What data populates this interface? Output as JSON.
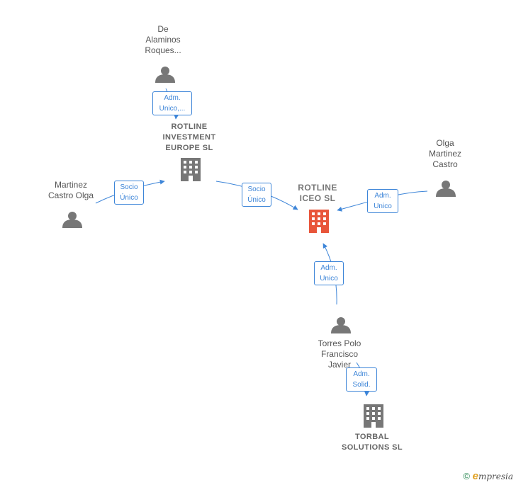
{
  "nodes": {
    "de_alaminos": [
      "De",
      "Alaminos",
      "Roques..."
    ],
    "rotline_investment": [
      "ROTLINE",
      "INVESTMENT",
      "EUROPE  SL"
    ],
    "martinez_castro_olga": [
      "Martinez",
      "Castro Olga"
    ],
    "rotline_iceo": [
      "ROTLINE",
      "ICEO  SL"
    ],
    "olga_martinez_castro": [
      "Olga",
      "Martinez",
      "Castro"
    ],
    "torres_polo": [
      "Torres Polo",
      "Francisco",
      "Javier"
    ],
    "torbal": [
      "TORBAL",
      "SOLUTIONS  SL"
    ]
  },
  "edges": {
    "adm_unico_1": [
      "Adm.",
      "Unico,..."
    ],
    "socio_unico_1": [
      "Socio",
      "Único"
    ],
    "socio_unico_2": [
      "Socio",
      "Único"
    ],
    "adm_unico_2": [
      "Adm.",
      "Unico"
    ],
    "adm_unico_3": [
      "Adm.",
      "Unico"
    ],
    "adm_solid": [
      "Adm.",
      "Solid."
    ]
  },
  "colors": {
    "edge": "#3d85d8",
    "person_icon": "#777777",
    "company_icon": "#777777",
    "focus_company_icon": "#e8553a"
  },
  "icons": {
    "person": "person-icon",
    "company": "building-icon"
  },
  "footer": {
    "copyright_symbol": "©",
    "brand_initial": "e",
    "brand_rest": "mpresia"
  }
}
